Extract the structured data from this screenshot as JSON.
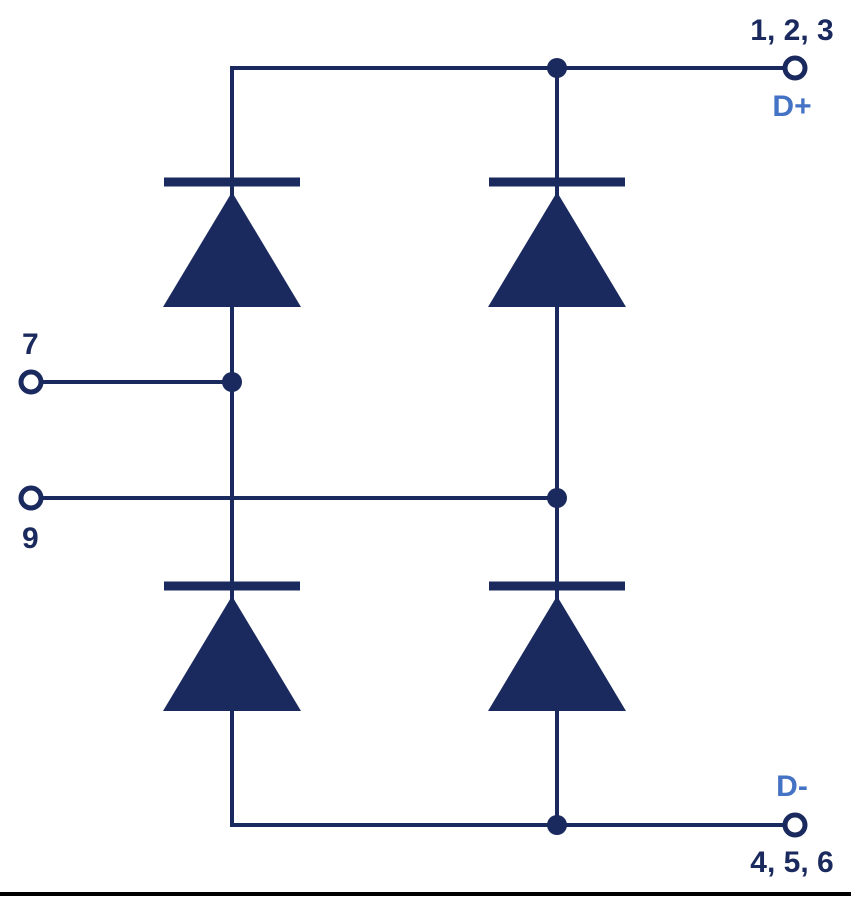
{
  "diagram": {
    "type": "schematic",
    "description": "Diode bridge rectifier with four diodes",
    "colors": {
      "line": "#1b2a5e",
      "accent": "#4472c4",
      "background": "#ffffff",
      "bottom_rule": "#000000"
    },
    "terminals": {
      "top_right": {
        "pins": "1, 2, 3",
        "label": "D+"
      },
      "bottom_right": {
        "label": "D-",
        "pins": "4, 5, 6"
      },
      "left_upper": {
        "pins": "7"
      },
      "left_lower": {
        "pins": "9"
      }
    },
    "components": {
      "diode_count": "4"
    }
  }
}
